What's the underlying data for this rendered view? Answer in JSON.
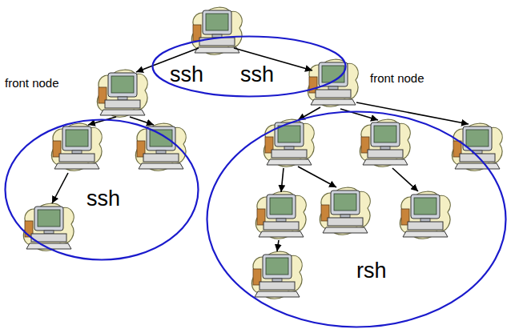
{
  "diagram": {
    "nodes": [
      {
        "text": [
          "ssh",
          "ssh"
        ]
      },
      {
        "text": [
          "front node"
        ]
      },
      {
        "text": [
          "ssh"
        ]
      },
      {
        "text": [
          "front node"
        ]
      },
      {
        "text": [
          "rsh"
        ]
      }
    ]
  }
}
